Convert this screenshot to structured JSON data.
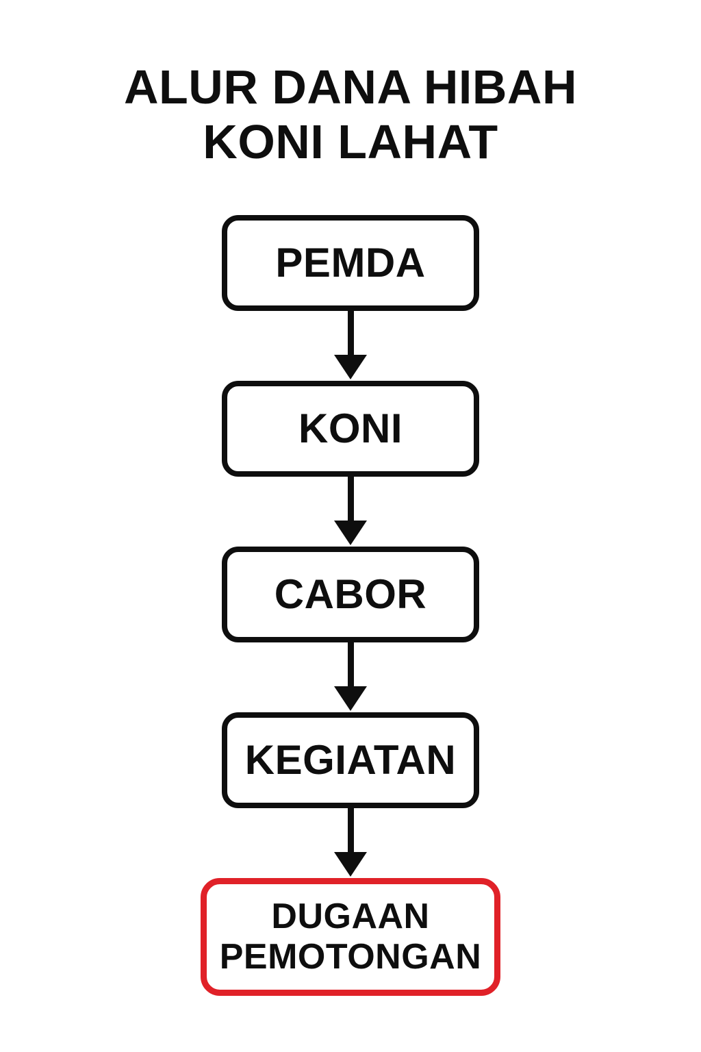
{
  "title": {
    "text": "ALUR DANA HIBAH\nKONI LAHAT"
  },
  "flowchart": {
    "nodes": [
      {
        "label": "PEMDA",
        "highlighted": false
      },
      {
        "label": "KONI",
        "highlighted": false
      },
      {
        "label": "CABOR",
        "highlighted": false
      },
      {
        "label": "KEGIATAN",
        "highlighted": false
      },
      {
        "label": "DUGAAN PEMOTONGAN",
        "highlighted": true
      }
    ],
    "connector_style": "arrow-down"
  },
  "colors": {
    "background": "#ffffff",
    "box_border": "#0e0e0e",
    "text": "#0e0e0e",
    "highlight_border": "#e02128"
  }
}
